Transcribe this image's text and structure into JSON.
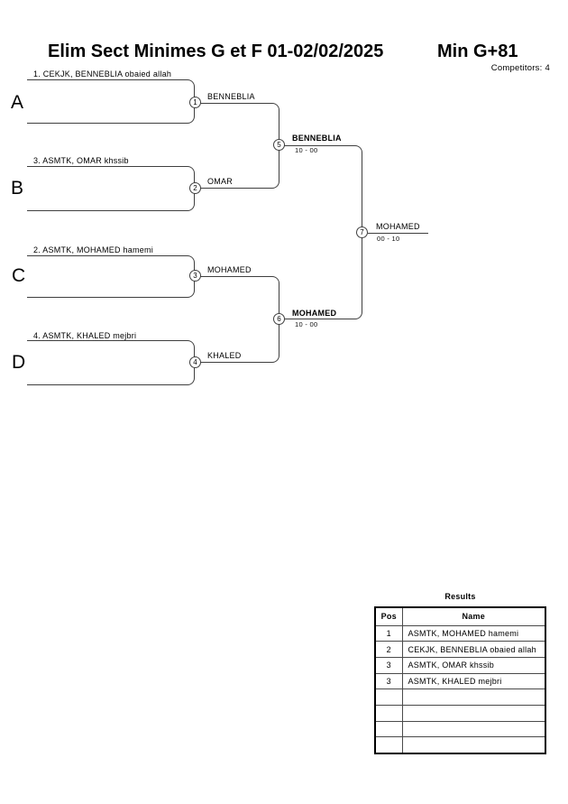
{
  "header": {
    "title_left": "Elim Sect Minimes G et F  01-02/02/2025",
    "title_right": "Min G+81",
    "competitors_label": "Competitors: 4"
  },
  "bracket": {
    "sections": [
      {
        "letter": "A",
        "seed": "1. CEKJK, BENNEBLIA obaied allah",
        "match_no": "1",
        "winner": "BENNEBLIA"
      },
      {
        "letter": "B",
        "seed": "3. ASMTK, OMAR khssib",
        "match_no": "2",
        "winner": "OMAR"
      },
      {
        "letter": "C",
        "seed": "2. ASMTK, MOHAMED hamemi",
        "match_no": "3",
        "winner": "MOHAMED"
      },
      {
        "letter": "D",
        "seed": "4. ASMTK, KHALED mejbri",
        "match_no": "4",
        "winner": "KHALED"
      }
    ],
    "semifinals": [
      {
        "match_no": "5",
        "winner": "BENNEBLIA",
        "score": "10 - 00"
      },
      {
        "match_no": "6",
        "winner": "MOHAMED",
        "score": "10 - 00"
      }
    ],
    "final": {
      "match_no": "7",
      "winner": "MOHAMED",
      "score": "00 - 10"
    }
  },
  "results": {
    "title": "Results",
    "columns": [
      "Pos",
      "Name"
    ],
    "rows": [
      [
        "1",
        "ASMTK, MOHAMED hamemi"
      ],
      [
        "2",
        "CEKJK, BENNEBLIA obaied allah"
      ],
      [
        "3",
        "ASMTK, OMAR khssib"
      ],
      [
        "3",
        "ASMTK, KHALED mejbri"
      ],
      [
        "",
        ""
      ],
      [
        "",
        ""
      ],
      [
        "",
        ""
      ],
      [
        "",
        ""
      ]
    ]
  },
  "colors": {
    "line": "#3f3f3f",
    "text": "#000000",
    "background": "#ffffff"
  }
}
